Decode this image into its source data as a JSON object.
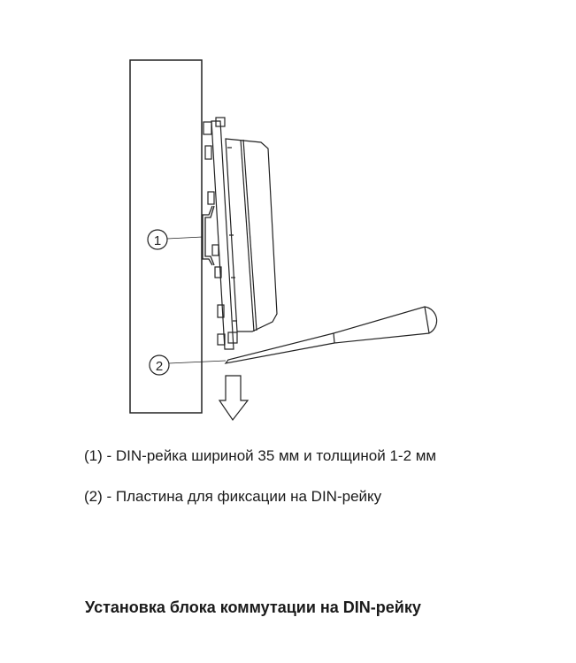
{
  "diagram": {
    "callouts": [
      {
        "label": "1"
      },
      {
        "label": "2"
      }
    ]
  },
  "legend": [
    {
      "text": "(1) - DIN-рейка шириной 35 мм и толщиной 1-2 мм"
    },
    {
      "text": "(2) - Пластина для фиксации на DIN-рейку"
    }
  ],
  "caption": {
    "title": "Установка блока коммутации на DIN-рейку"
  }
}
